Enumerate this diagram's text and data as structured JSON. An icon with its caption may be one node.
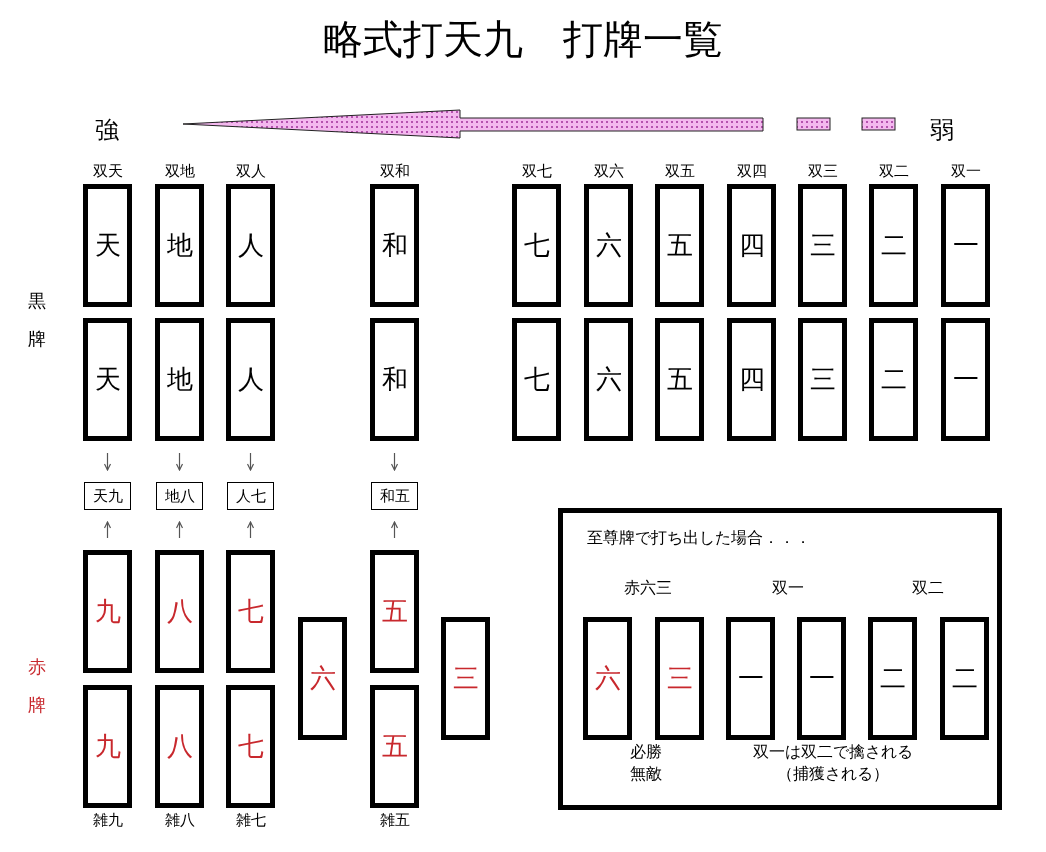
{
  "diagram": {
    "title": "略式打天九　打牌一覧",
    "nodes": [
      {
        "text": [
          "天"
        ],
        "beside": [
          "双天"
        ]
      },
      {
        "text": [
          "地"
        ],
        "beside": [
          "双地"
        ]
      },
      {
        "text": [
          "人"
        ],
        "beside": [
          "双人"
        ]
      },
      {
        "text": [
          "和"
        ],
        "beside": [
          "双和"
        ]
      },
      {
        "text": [
          "七"
        ],
        "beside": [
          "双七"
        ]
      },
      {
        "text": [
          "六"
        ],
        "beside": [
          "双六"
        ]
      },
      {
        "text": [
          "五"
        ],
        "beside": [
          "双五"
        ]
      },
      {
        "text": [
          "四"
        ],
        "beside": [
          "双四"
        ]
      },
      {
        "text": [
          "三"
        ],
        "beside": [
          "双三"
        ]
      },
      {
        "text": [
          "二"
        ],
        "beside": [
          "双二"
        ]
      },
      {
        "text": [
          "一"
        ],
        "beside": [
          "双一"
        ]
      },
      {
        "text": [
          "天"
        ]
      },
      {
        "text": [
          "地"
        ]
      },
      {
        "text": [
          "人"
        ]
      },
      {
        "text": [
          "和"
        ]
      },
      {
        "text": [
          "七"
        ]
      },
      {
        "text": [
          "六"
        ]
      },
      {
        "text": [
          "五"
        ]
      },
      {
        "text": [
          "四"
        ]
      },
      {
        "text": [
          "三"
        ]
      },
      {
        "text": [
          "二"
        ]
      },
      {
        "text": [
          "一"
        ]
      },
      {
        "text": [
          "天九"
        ]
      },
      {
        "text": [
          "地八"
        ]
      },
      {
        "text": [
          "人七"
        ]
      },
      {
        "text": [
          "和五"
        ]
      },
      {
        "text": [
          "九"
        ]
      },
      {
        "text": [
          "八"
        ]
      },
      {
        "text": [
          "七"
        ]
      },
      {
        "text": [
          "五"
        ]
      },
      {
        "text": [
          "六"
        ]
      },
      {
        "text": [
          "三"
        ]
      },
      {
        "text": [
          "九"
        ],
        "beside": [
          "雑九"
        ]
      },
      {
        "text": [
          "八"
        ],
        "beside": [
          "雑八"
        ]
      },
      {
        "text": [
          "七"
        ],
        "beside": [
          "雑七"
        ]
      },
      {
        "text": [
          "五"
        ],
        "beside": [
          "雑五"
        ]
      },
      {
        "text": [
          "至尊牌で打ち出した場合．．．",
          "赤六三",
          "双一",
          "双二",
          "必勝無敵",
          "双一は双二で擒される（捕獲される）"
        ]
      },
      {
        "text": [
          "六"
        ],
        "in": 36
      },
      {
        "text": [
          "三"
        ],
        "in": 36
      },
      {
        "text": [
          "一"
        ],
        "in": 36
      },
      {
        "text": [
          "一"
        ],
        "in": 36
      },
      {
        "text": [
          "二"
        ],
        "in": 36
      },
      {
        "text": [
          "二"
        ],
        "in": 36
      }
    ],
    "edges": [
      {
        "from": 11,
        "to": 22,
        "arrow": "to"
      },
      {
        "from": 12,
        "to": 23,
        "arrow": "to"
      },
      {
        "from": 13,
        "to": 24,
        "arrow": "to"
      },
      {
        "from": 14,
        "to": 25,
        "arrow": "to"
      },
      {
        "from": 26,
        "to": 22,
        "arrow": "to"
      },
      {
        "from": 27,
        "to": 23,
        "arrow": "to"
      },
      {
        "from": 28,
        "to": 24,
        "arrow": "to"
      },
      {
        "from": 29,
        "to": 25,
        "arrow": "to"
      }
    ],
    "labels": [
      "強",
      "弱",
      "黒牌",
      "赤牌"
    ]
  }
}
